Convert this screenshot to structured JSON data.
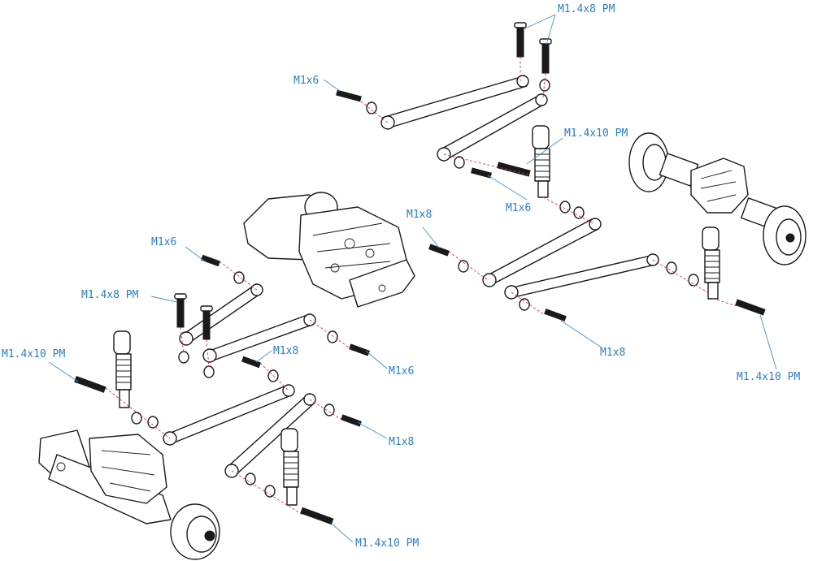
{
  "labels": {
    "top_screws": "M1.4x8 PM",
    "top_m1x6": "M1x6",
    "shock_top": "M1.4x10 PM",
    "upper_link_m1x6": "M1x6",
    "center_m1x8": "M1x8",
    "rear_m1x8": "M1x8",
    "rear_shock": "M1.4x10 PM",
    "left_m1x6": "M1x6",
    "left_screws": "M1.4x8 PM",
    "left_shock": "M1.4x10 PM",
    "mid_m1x8": "M1x8",
    "mid_m1x6": "M1x6",
    "lower_m1x8": "M1x8",
    "bottom_shock": "M1.4x10 PM"
  },
  "colors": {
    "label": "#2b7fc2",
    "leader": "#4a90c8",
    "axis": "#d23a3a",
    "line": "#1a1a1a"
  }
}
